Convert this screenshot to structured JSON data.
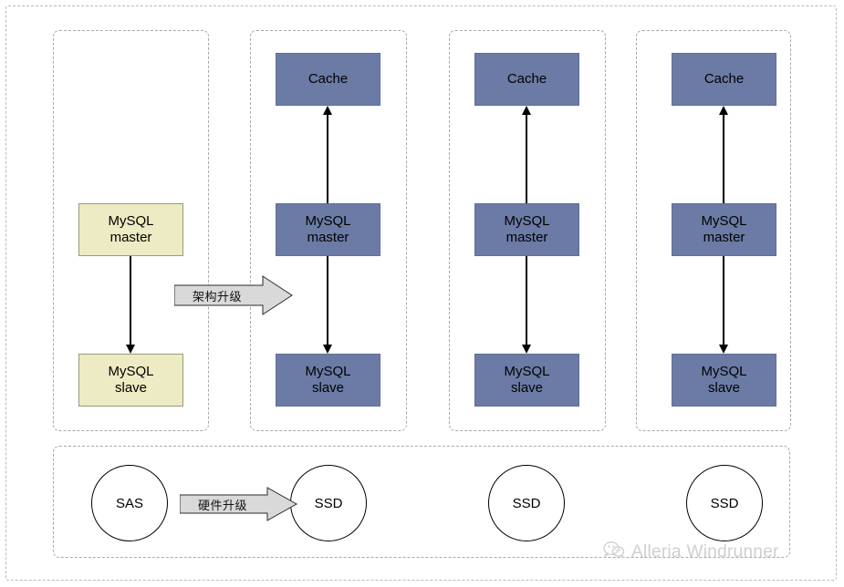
{
  "diagram": {
    "title": "MySQL architecture and hardware upgrade diagram",
    "colors": {
      "node_blue": "#6b7ba5",
      "node_yellow": "#ecebc3",
      "frame_dash": "#a8a8a8",
      "arrow_fill": "#d9d9d9",
      "watermark": "#cfcfcf"
    },
    "columns": [
      {
        "id": "col-1",
        "nodes": [
          {
            "id": "c1-master",
            "lines": [
              "MySQL",
              "master"
            ],
            "style": "yellow"
          },
          {
            "id": "c1-slave",
            "lines": [
              "MySQL",
              "slave"
            ],
            "style": "yellow"
          }
        ]
      },
      {
        "id": "col-2",
        "nodes": [
          {
            "id": "c2-cache",
            "lines": [
              "Cache"
            ],
            "style": "blue"
          },
          {
            "id": "c2-master",
            "lines": [
              "MySQL",
              "master"
            ],
            "style": "blue"
          },
          {
            "id": "c2-slave",
            "lines": [
              "MySQL",
              "slave"
            ],
            "style": "blue"
          }
        ]
      },
      {
        "id": "col-3",
        "nodes": [
          {
            "id": "c3-cache",
            "lines": [
              "Cache"
            ],
            "style": "blue"
          },
          {
            "id": "c3-master",
            "lines": [
              "MySQL",
              "master"
            ],
            "style": "blue"
          },
          {
            "id": "c3-slave",
            "lines": [
              "MySQL",
              "slave"
            ],
            "style": "blue"
          }
        ]
      },
      {
        "id": "col-4",
        "nodes": [
          {
            "id": "c4-cache",
            "lines": [
              "Cache"
            ],
            "style": "blue"
          },
          {
            "id": "c4-master",
            "lines": [
              "MySQL",
              "master"
            ],
            "style": "blue"
          },
          {
            "id": "c4-slave",
            "lines": [
              "MySQL",
              "slave"
            ],
            "style": "blue"
          }
        ]
      }
    ],
    "nodes": {
      "c1_master_line1": "MySQL",
      "c1_master_line2": "master",
      "c1_slave_line1": "MySQL",
      "c1_slave_line2": "slave",
      "c2_cache": "Cache",
      "c2_master_line1": "MySQL",
      "c2_master_line2": "master",
      "c2_slave_line1": "MySQL",
      "c2_slave_line2": "slave",
      "c3_cache": "Cache",
      "c3_master_line1": "MySQL",
      "c3_master_line2": "master",
      "c3_slave_line1": "MySQL",
      "c3_slave_line2": "slave",
      "c4_cache": "Cache",
      "c4_master_line1": "MySQL",
      "c4_master_line2": "master",
      "c4_slave_line1": "MySQL",
      "c4_slave_line2": "slave"
    },
    "storage": {
      "sas": "SAS",
      "ssd_1": "SSD",
      "ssd_2": "SSD",
      "ssd_3": "SSD"
    },
    "block_arrows": {
      "architecture_upgrade": "架构升级",
      "hardware_upgrade": "硬件升级"
    },
    "watermark": {
      "icon": "wechat-icon",
      "text": "Alleria Windrunner"
    }
  }
}
